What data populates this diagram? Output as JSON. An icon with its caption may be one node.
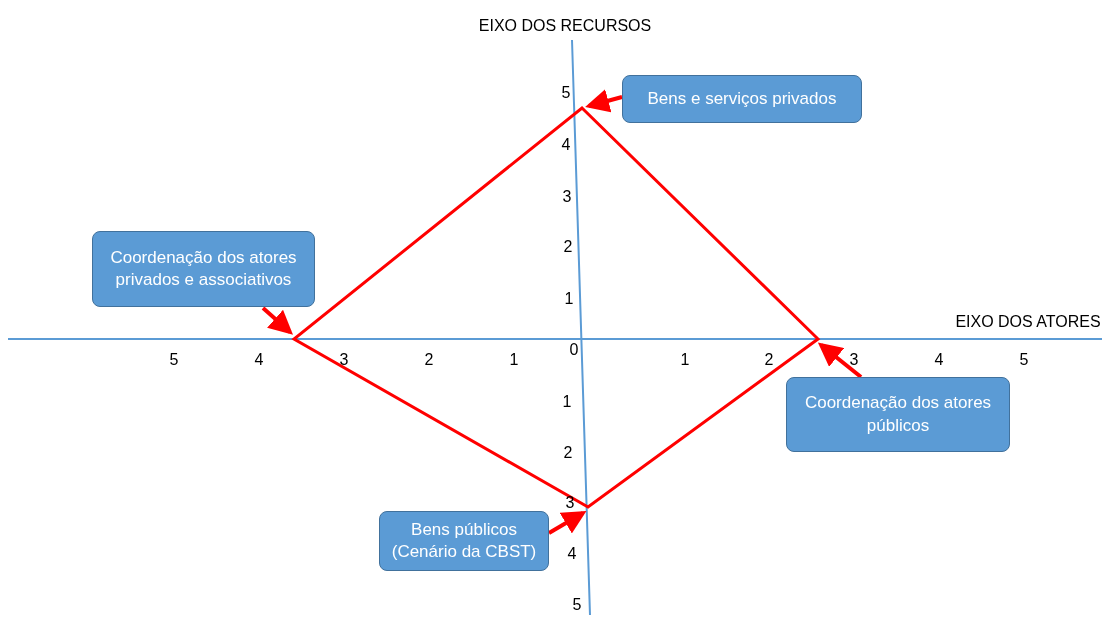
{
  "diagram": {
    "nodes": [
      {
        "text": [
          "Bens e serviços privados"
        ]
      },
      {
        "text": [
          "Coordenação dos atores privados e associativos"
        ]
      },
      {
        "text": [
          "Coordenação dos atores públicos"
        ]
      },
      {
        "text": [
          "Bens públicos (Cenário da CBST)"
        ]
      },
      {
        "text": [],
        "shape": "diamond"
      }
    ],
    "edges": [
      {
        "from": 0,
        "to": 4,
        "arrow": "to"
      },
      {
        "from": 1,
        "to": 4,
        "arrow": "to"
      },
      {
        "from": 2,
        "to": 4,
        "arrow": "to"
      },
      {
        "from": 3,
        "to": 4,
        "arrow": "to"
      }
    ],
    "labels": [
      "EIXO DOS RECURSOS",
      "5",
      "4",
      "3",
      "2",
      "1",
      "EIXO DOS ATORES",
      "5",
      "4",
      "3",
      "2",
      "1",
      "0",
      "1",
      "2",
      "3",
      "4",
      "5",
      "1",
      "2",
      "3",
      "4",
      "5"
    ]
  }
}
